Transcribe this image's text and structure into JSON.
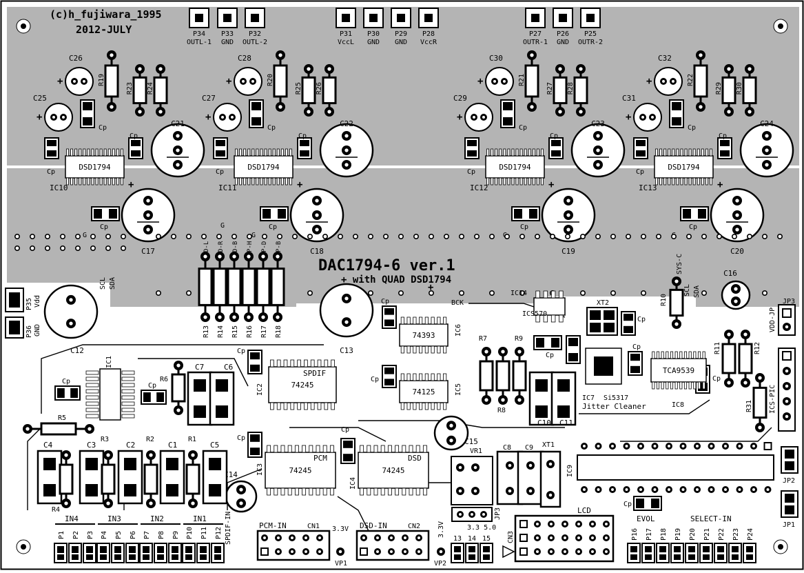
{
  "board": {
    "copyright": "(c)h_fujiwara_1995",
    "date": "2012-JULY",
    "title": "DAC1794-6 ver.1",
    "subtitle": "+ with QUAD DSD1794",
    "copper_color": "#b4b4b4",
    "trace_color": "#ffffff",
    "ink_color": "#000000"
  },
  "top_pads": [
    {
      "id": "P34",
      "label": "OUTL-1"
    },
    {
      "id": "P33",
      "label": "GND"
    },
    {
      "id": "P32",
      "label": "OUTL-2"
    },
    {
      "id": "P31",
      "label": "VccL"
    },
    {
      "id": "P30",
      "label": "GND"
    },
    {
      "id": "P29",
      "label": "GND"
    },
    {
      "id": "P28",
      "label": "VccR"
    },
    {
      "id": "P27",
      "label": "OUTR-1"
    },
    {
      "id": "P26",
      "label": "GND"
    },
    {
      "id": "P25",
      "label": "OUTR-2"
    }
  ],
  "dac_blocks": [
    {
      "ic": "IC10",
      "chip": "DSD1794",
      "caps_small": [
        "C26",
        "C25"
      ],
      "resistors": [
        "R19",
        "R23",
        "R24"
      ],
      "big_caps": [
        "C21",
        "C17"
      ]
    },
    {
      "ic": "IC11",
      "chip": "DSD1794",
      "caps_small": [
        "C28",
        "C27"
      ],
      "resistors": [
        "R20",
        "R25",
        "R26"
      ],
      "big_caps": [
        "C22",
        "C18"
      ]
    },
    {
      "ic": "IC12",
      "chip": "DSD1794",
      "caps_small": [
        "C30",
        "C29"
      ],
      "resistors": [
        "R21",
        "R27",
        "R28"
      ],
      "big_caps": [
        "C23",
        "C19"
      ]
    },
    {
      "ic": "IC13",
      "chip": "DSD1794",
      "caps_small": [
        "C32",
        "C31"
      ],
      "resistors": [
        "R22",
        "R29",
        "R30"
      ],
      "big_caps": [
        "C24",
        "C20"
      ]
    }
  ],
  "labels": {
    "cp": "Cp",
    "g": "G",
    "bck": "BCK",
    "syc": "SYS-C",
    "scl": "SCL",
    "sda": "SDA",
    "vdd_jp": "VDD-JP",
    "ics_pic": "ICS-PIC",
    "jitter": "Jitter Cleaner",
    "lcd": "LCD",
    "evol": "EVOL",
    "select_in": "SELECT-IN",
    "pcm_in": "PCM-IN",
    "dsd_in": "DSD-IN",
    "spdif_in": "SPDIF-IN",
    "v33": "3.3V",
    "v50": "3.3 5.0"
  },
  "pad_labels_left": {
    "p35": "P35",
    "vdd": "Vdd",
    "p36": "P36",
    "gnd": "GND"
  },
  "resistor_array": [
    "R13",
    "R14",
    "R15",
    "R16",
    "R17",
    "R18"
  ],
  "resistor_array_top": [
    "D-L",
    "D-R",
    "D-B",
    "P-H",
    "P-D",
    "P-B"
  ],
  "ics": {
    "ic6": {
      "ref": "IC6",
      "part": "74393"
    },
    "ic5": {
      "ref": "IC5",
      "part": "74125"
    },
    "ic2": {
      "ref": "IC2",
      "part": "74245",
      "tag": "SPDIF"
    },
    "ic3": {
      "ref": "IC3",
      "part": "74245",
      "tag": "PCM"
    },
    "ic4": {
      "ref": "IC4",
      "part": "74245",
      "tag": "DSD"
    },
    "ic7": {
      "ref": "IC7",
      "part": "Si5317"
    },
    "ic8": {
      "ref": "IC8",
      "part": "TCA9539"
    },
    "ic14": {
      "ref": "IC14",
      "part": "ICS570"
    },
    "ic1": {
      "ref": "IC1"
    },
    "ic9": {
      "ref": "IC9"
    }
  },
  "misc_refs": {
    "c12": "C12",
    "c13": "C13",
    "c14": "C14",
    "c15": "C15",
    "c16": "C16",
    "c1": "C1",
    "c2": "C2",
    "c3": "C3",
    "c4": "C4",
    "c5": "C5",
    "c6": "C6",
    "c7": "C7",
    "c8": "C8",
    "c9": "C9",
    "c10": "C10",
    "c11": "C11",
    "r1": "R1",
    "r2": "R2",
    "r3": "R3",
    "r4": "R4",
    "r5": "R5",
    "r6": "R6",
    "r7": "R7",
    "r8": "R8",
    "r9": "R9",
    "r10": "R10",
    "r11": "R11",
    "r12": "R12",
    "r31": "R31",
    "xt1": "XT1",
    "xt2": "XT2",
    "vr1": "VR1",
    "vp1": "VP1",
    "vp2": "VP2",
    "cn1": "CN1",
    "cn2": "CN2",
    "cn3": "CN3",
    "jp1": "JP1",
    "jp2": "JP2",
    "jp3": "JP3",
    "jp3b": "JP3"
  },
  "input_groups": [
    {
      "label": "IN4",
      "pads": [
        "P1",
        "P2",
        "P3"
      ]
    },
    {
      "label": "IN3",
      "pads": [
        "P4",
        "P5",
        "P6"
      ]
    },
    {
      "label": "IN2",
      "pads": [
        "P7",
        "P8",
        "P9"
      ]
    },
    {
      "label": "IN1",
      "pads": [
        "P10",
        "P11",
        "P12"
      ]
    }
  ],
  "vp_pins": [
    "13",
    "14",
    "15"
  ],
  "right_pads": [
    "P16",
    "P17",
    "P18",
    "P19",
    "P20",
    "P21",
    "P22",
    "P23",
    "P24"
  ]
}
